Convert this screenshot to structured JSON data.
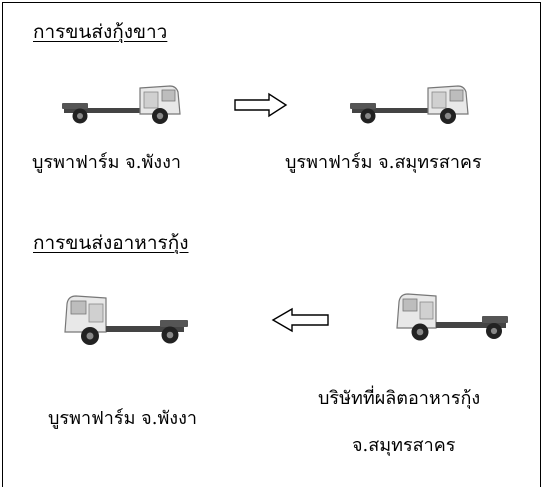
{
  "section1": {
    "heading": "การขนส่งกุ้งขาว",
    "origin_label": "บูรพาฟาร์ม  จ.พังงา",
    "destination_label": "บูรพาฟาร์ม จ.สมุทรสาคร",
    "arrow_direction": "right"
  },
  "section2": {
    "heading": "การขนส่งอาหารกุ้ง",
    "destination_label": "บูรพาฟาร์ม  จ.พังงา",
    "origin_label_line1": "บริษัทที่ผลิตอาหารกุ้ง",
    "origin_label_line2": "จ.สมุทรสาคร",
    "arrow_direction": "left"
  }
}
